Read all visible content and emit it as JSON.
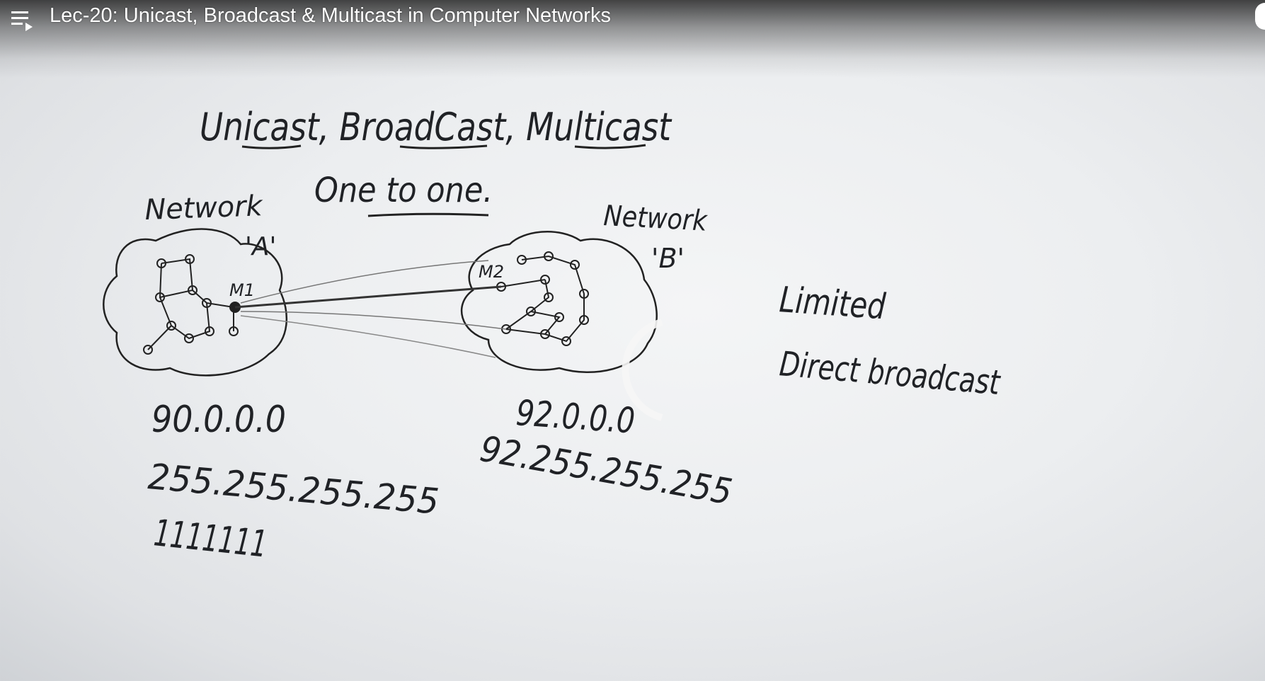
{
  "player": {
    "video_title": "Lec-20: Unicast, Broadcast & Multicast in Computer Networks",
    "playlist_icon": "playlist-icon"
  },
  "whiteboard": {
    "heading": "Unicast, BroadCast, Multicast",
    "subheading": "One to one.",
    "network_a": {
      "label": "Network",
      "letter": "'A'",
      "host": "M1",
      "ip": "90.0.0.0",
      "broadcast": "255.255.255.255",
      "ones": "1111111"
    },
    "network_b": {
      "label": "Network",
      "letter": "'B'",
      "host": "M2",
      "ip": "92.0.0.0",
      "broadcast": "92.255.255.255"
    },
    "types": {
      "limited": "Limited",
      "direct": "Direct broadcast"
    }
  }
}
